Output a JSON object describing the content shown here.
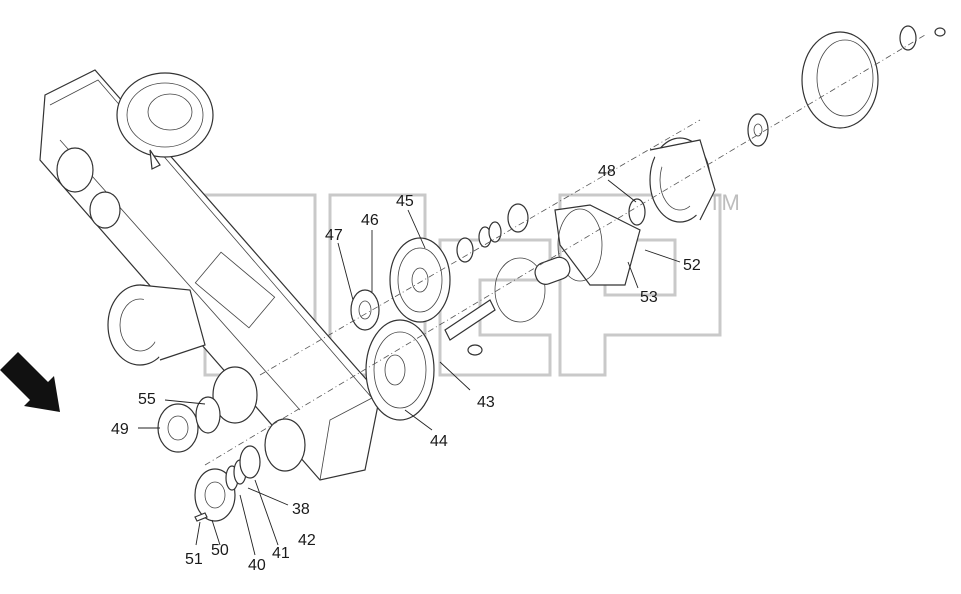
{
  "watermark": {
    "trademark": "TM"
  },
  "callouts": [
    {
      "id": "c38",
      "text": "38"
    },
    {
      "id": "c40",
      "text": "40"
    },
    {
      "id": "c41",
      "text": "41"
    },
    {
      "id": "c42",
      "text": "42"
    },
    {
      "id": "c43",
      "text": "43"
    },
    {
      "id": "c44",
      "text": "44"
    },
    {
      "id": "c45",
      "text": "45"
    },
    {
      "id": "c46",
      "text": "46"
    },
    {
      "id": "c47",
      "text": "47"
    },
    {
      "id": "c48",
      "text": "48"
    },
    {
      "id": "c49",
      "text": "49"
    },
    {
      "id": "c50",
      "text": "50"
    },
    {
      "id": "c51",
      "text": "51"
    },
    {
      "id": "c52",
      "text": "52"
    },
    {
      "id": "c53",
      "text": "53"
    },
    {
      "id": "c55",
      "text": "55"
    }
  ],
  "colors": {
    "line": "#333333",
    "watermark": "#c9c9c9",
    "background": "#ffffff"
  }
}
